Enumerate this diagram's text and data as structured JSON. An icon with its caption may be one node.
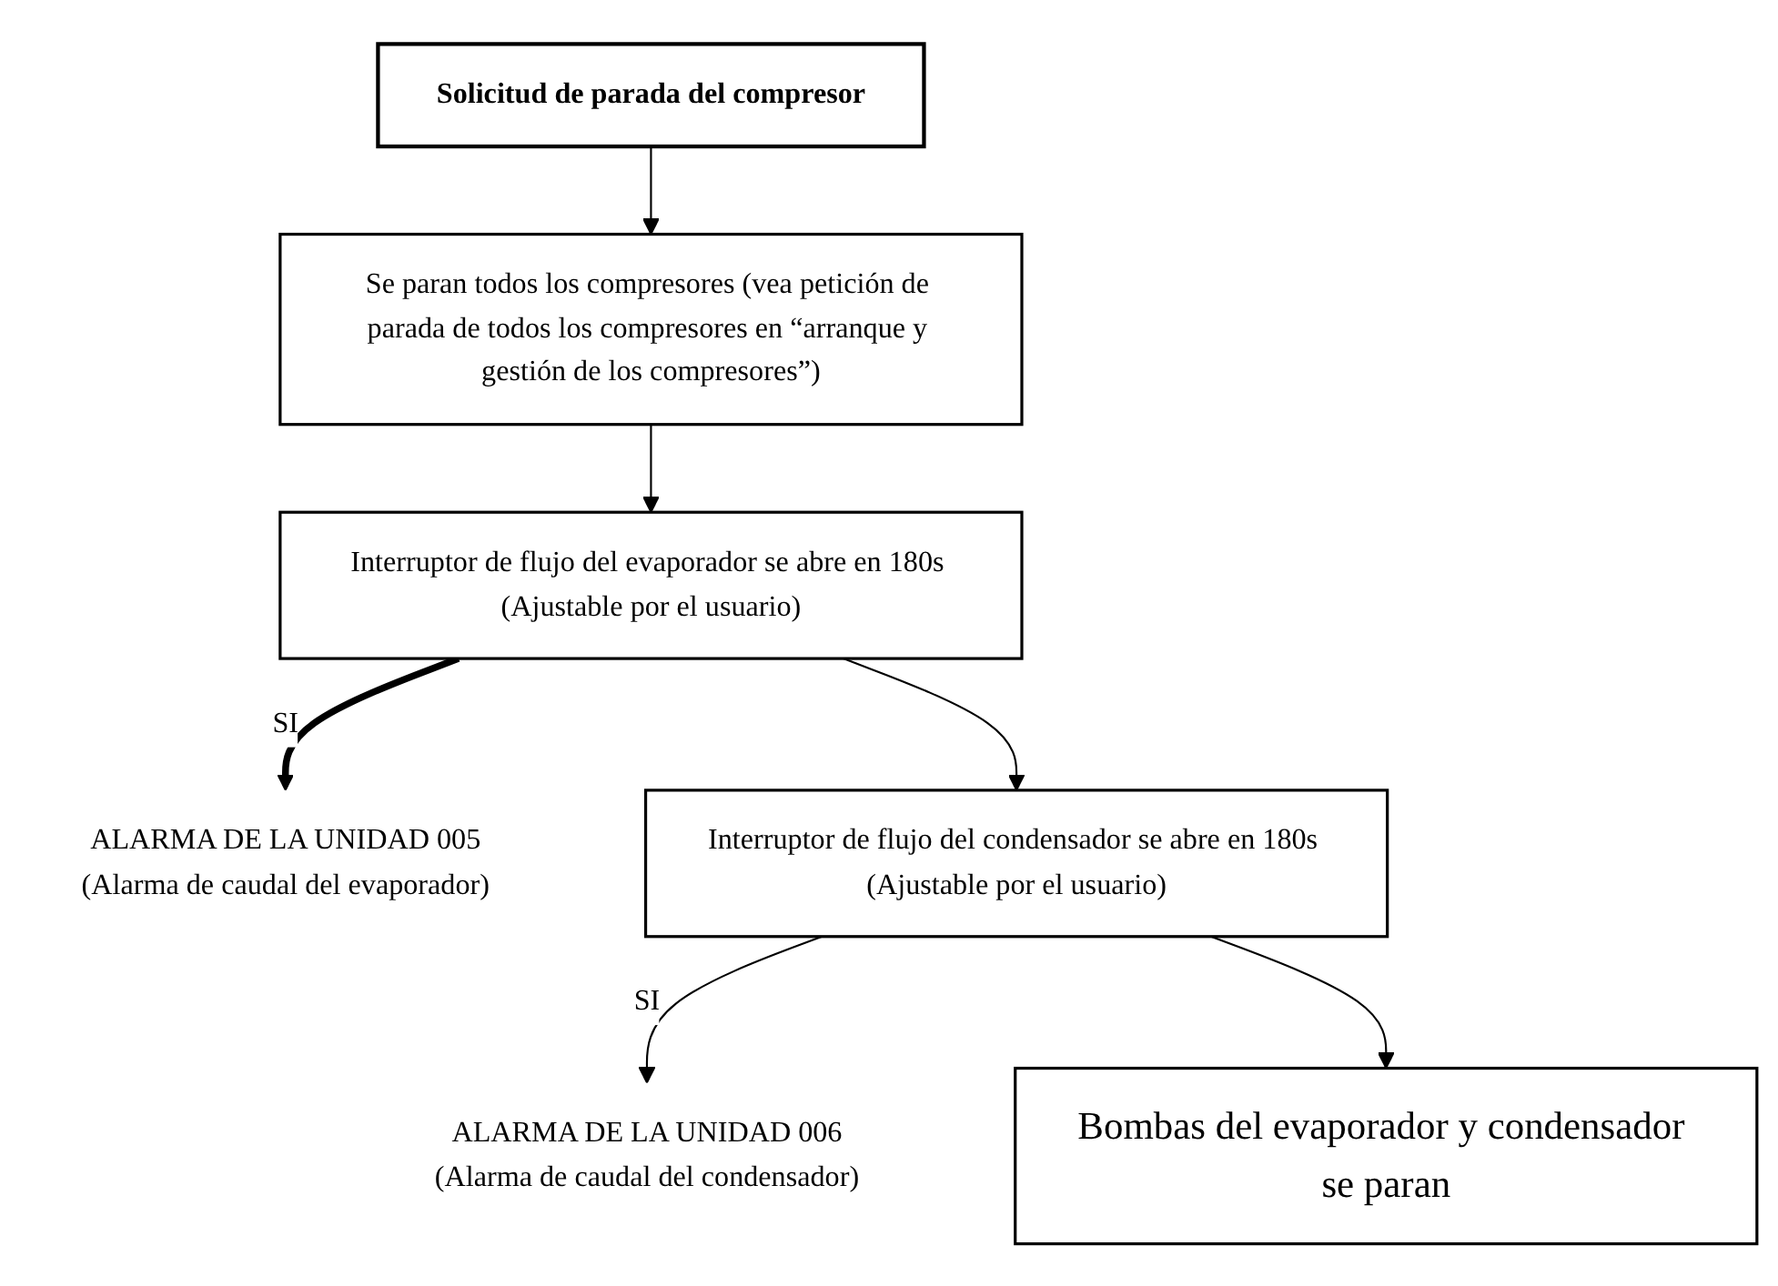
{
  "diagram": {
    "nodes": [
      {
        "text": [
          "Solicitud de parada del compresor"
        ]
      },
      {
        "text": [
          "Se paran todos los compresores (vea petición de parada de todos los compresores en “arranque y gestión de los compresores”)"
        ]
      },
      {
        "text": [
          "Interruptor de flujo del evaporador se abre en 180s (Ajustable por el usuario)"
        ]
      },
      {
        "text": [
          "ALARMA DE LA UNIDAD 005",
          "(Alarma de caudal del evaporador)"
        ]
      },
      {
        "text": [
          "Interruptor de flujo del condensador se abre en 180s (Ajustable por el usuario)"
        ]
      },
      {
        "text": [
          "ALARMA DE LA UNIDAD 006",
          "(Alarma de caudal del condensador)"
        ]
      },
      {
        "text": [
          "Bombas del evaporador y condensador se paran"
        ]
      }
    ],
    "edges": [
      {
        "from": 0,
        "to": 1,
        "arrow": "to"
      },
      {
        "from": 1,
        "to": 2,
        "arrow": "to"
      },
      {
        "from": 2,
        "to": 3,
        "arrow": "to",
        "label": "SI",
        "style": "thick"
      },
      {
        "from": 2,
        "to": 4,
        "arrow": "to"
      },
      {
        "from": 4,
        "to": 5,
        "arrow": "to",
        "label": "SI"
      },
      {
        "from": 4,
        "to": 6,
        "arrow": "to"
      }
    ]
  }
}
